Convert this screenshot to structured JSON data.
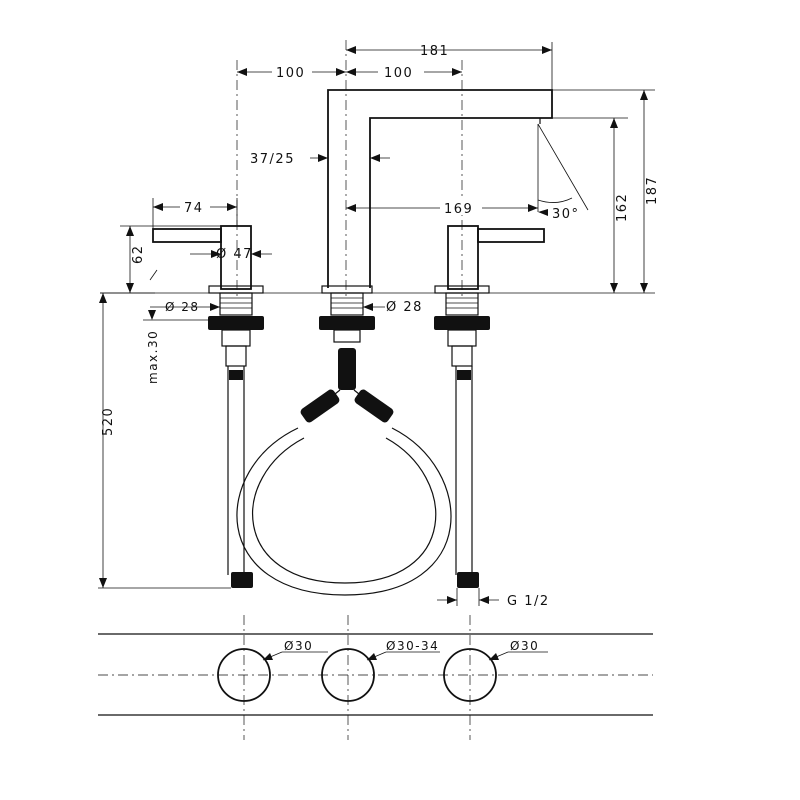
{
  "dimensions": {
    "top_181": "181",
    "left_100": "100",
    "right_100": "100",
    "lever_74": "74",
    "spout_37_25": "37/25",
    "reach_169": "169",
    "angle_30": "30°",
    "height_162": "162",
    "height_187": "187",
    "height_62": "62",
    "dia_47": "Ø 47",
    "dia_28_left": "Ø 28",
    "dia_28_center": "Ø 28",
    "max_30": "max.30",
    "hose_520": "520",
    "thread": "G 1/2",
    "hole_left": "Ø30",
    "hole_center": "Ø30-34",
    "hole_right": "Ø30"
  }
}
